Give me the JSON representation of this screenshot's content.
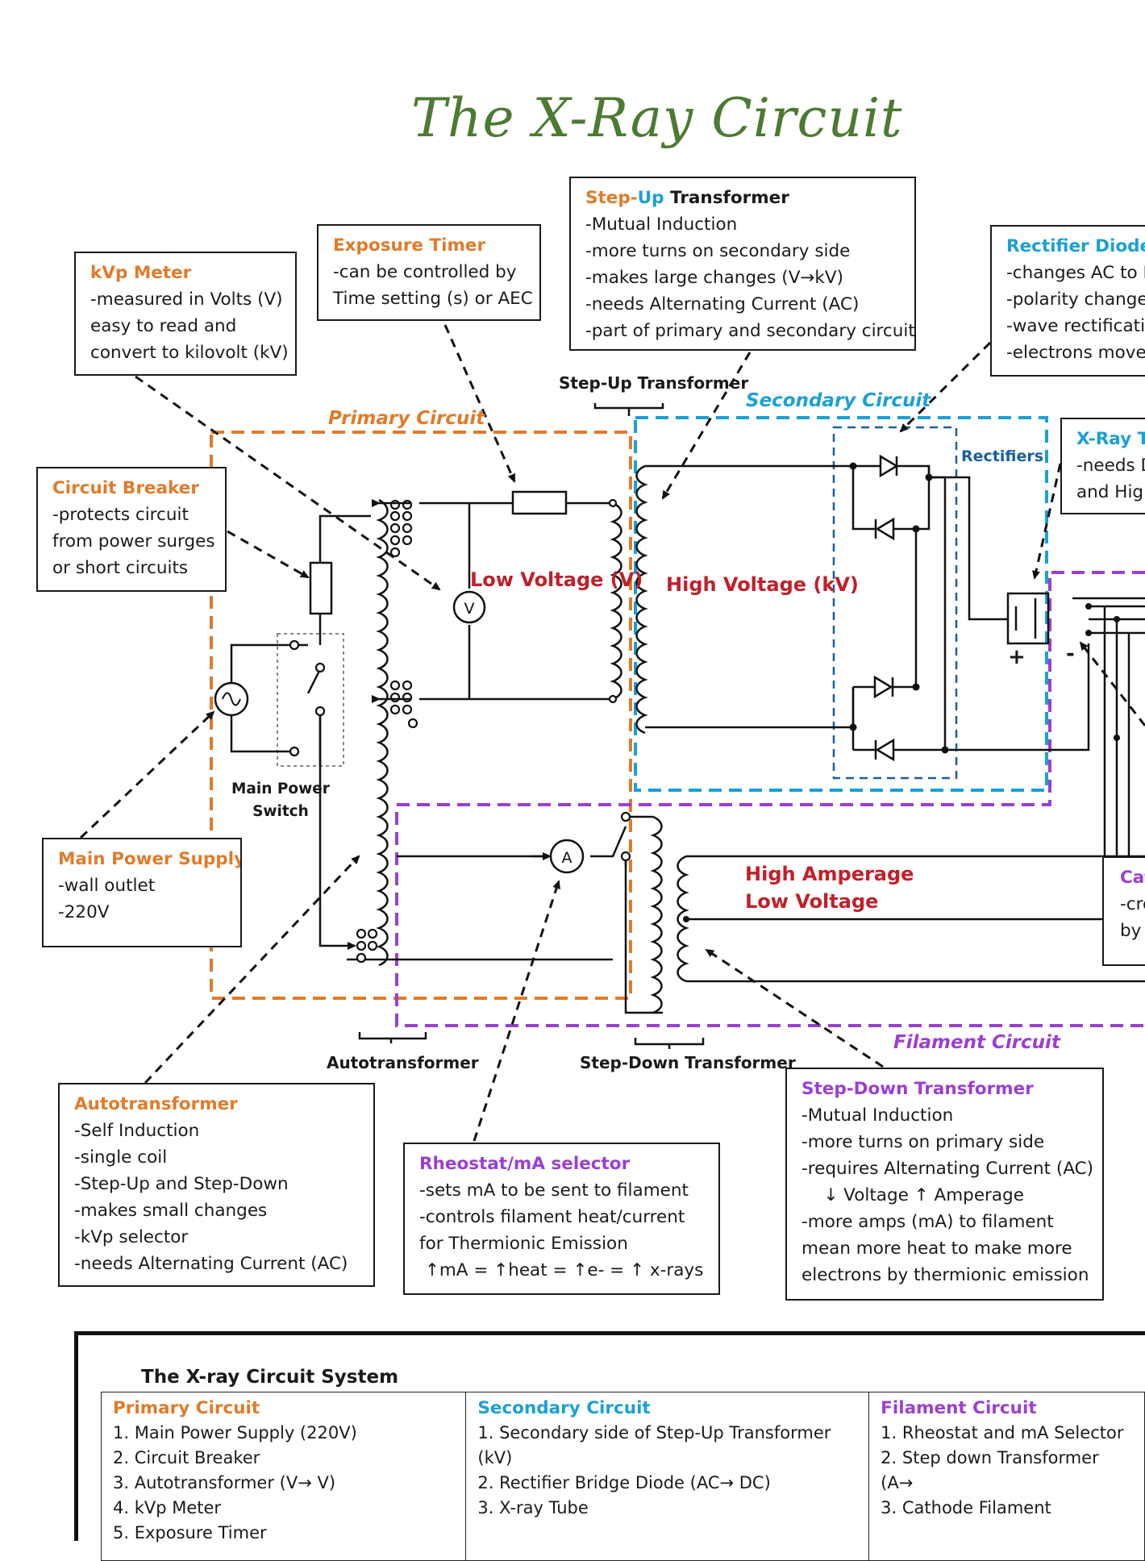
{
  "title": "The X-Ray Circuit",
  "callouts": {
    "kvp_meter": {
      "heading": "kVp Meter",
      "lines": [
        "-measured in Volts (V)",
        "easy to read and",
        "convert to kilovolt (kV)"
      ]
    },
    "exposure_timer": {
      "heading": "Exposure Timer",
      "lines": [
        "-can be controlled by",
        "Time setting (s) or AEC"
      ]
    },
    "step_up": {
      "heading_a": "Step-",
      "heading_b": "Up",
      "heading_c": " Transformer",
      "lines": [
        "-Mutual Induction",
        "-more turns on secondary side",
        "-makes large changes (V→kV)",
        "-needs Alternating Current (AC)",
        "-part of primary and secondary circuit"
      ]
    },
    "rectifier": {
      "heading": "Rectifier Diode",
      "lines": [
        "-changes AC to D",
        "-polarity change",
        "-wave rectificatio",
        "-electrons move"
      ]
    },
    "circuit_breaker": {
      "heading": "Circuit Breaker",
      "lines": [
        "-protects circuit",
        "from power surges",
        "or short circuits"
      ]
    },
    "xray_tube": {
      "heading": "X-Ray Tu",
      "lines": [
        "-needs D",
        "and Hig"
      ]
    },
    "main_power": {
      "heading": "Main Power Supply",
      "lines": [
        "-wall outlet",
        "-220V"
      ]
    },
    "cathode": {
      "heading": "Cat",
      "lines": [
        "-cre",
        "by"
      ]
    },
    "autotransformer": {
      "heading": "Autotransformer",
      "lines": [
        "-Self Induction",
        "-single coil",
        "-Step-Up and Step-Down",
        "-makes small changes",
        "-kVp selector",
        "-needs Alternating Current (AC)"
      ]
    },
    "rheostat": {
      "heading": "Rheostat/mA selector",
      "lines": [
        "-sets mA to be sent to filament",
        "-controls filament heat/current",
        "for Thermionic Emission",
        " ↑mA = ↑heat = ↑e- = ↑ x-rays"
      ]
    },
    "step_down": {
      "heading": "Step-Down Transformer",
      "lines": [
        "-Mutual Induction",
        "-more turns on primary side",
        "-requires Alternating Current (AC)",
        "    ↓ Voltage ↑ Amperage",
        "-more amps (mA) to filament",
        "mean more heat to make more",
        "electrons by thermionic emission"
      ]
    }
  },
  "labels": {
    "primary_circuit": "Primary Circuit",
    "secondary_circuit": "Secondary Circuit",
    "filament_circuit": "Filament Circuit",
    "step_up_transformer": "Step-Up Transformer",
    "rectifiers": "Rectifiers",
    "low_voltage": "Low Voltage (V)",
    "high_voltage": "High Voltage (kV)",
    "high_amperage": "High Amperage",
    "low_voltage_2": "Low Voltage",
    "main_power_switch_1": "Main Power",
    "main_power_switch_2": "Switch",
    "autotransformer": "Autotransformer",
    "step_down_transformer": "Step-Down Transformer",
    "voltmeter": "V",
    "ammeter": "A",
    "plus": "+",
    "minus": "-"
  },
  "system": {
    "title": "The X-ray Circuit System",
    "columns": [
      {
        "heading": "Primary Circuit",
        "items": [
          "1. Main Power Supply (220V)",
          "2. Circuit Breaker",
          "3. Autotransformer (V→ V)",
          "4. kVp Meter",
          "5. Exposure Timer"
        ]
      },
      {
        "heading": "Secondary Circuit",
        "items": [
          "1. Secondary side of Step-Up Transformer (kV)",
          "2. Rectifier Bridge Diode (AC→ DC)",
          "3. X-ray Tube"
        ]
      },
      {
        "heading": "Filament Circuit",
        "items": [
          "1. Rheostat and mA Selector",
          "2. Step down Transformer (A→",
          "3. Cathode Filament"
        ]
      }
    ]
  },
  "colors": {
    "primary": "#e07b2a",
    "secondary": "#1aa0d6",
    "filament": "#9b3fd0",
    "voltage": "#c0202a",
    "title": "#4d7a32"
  }
}
